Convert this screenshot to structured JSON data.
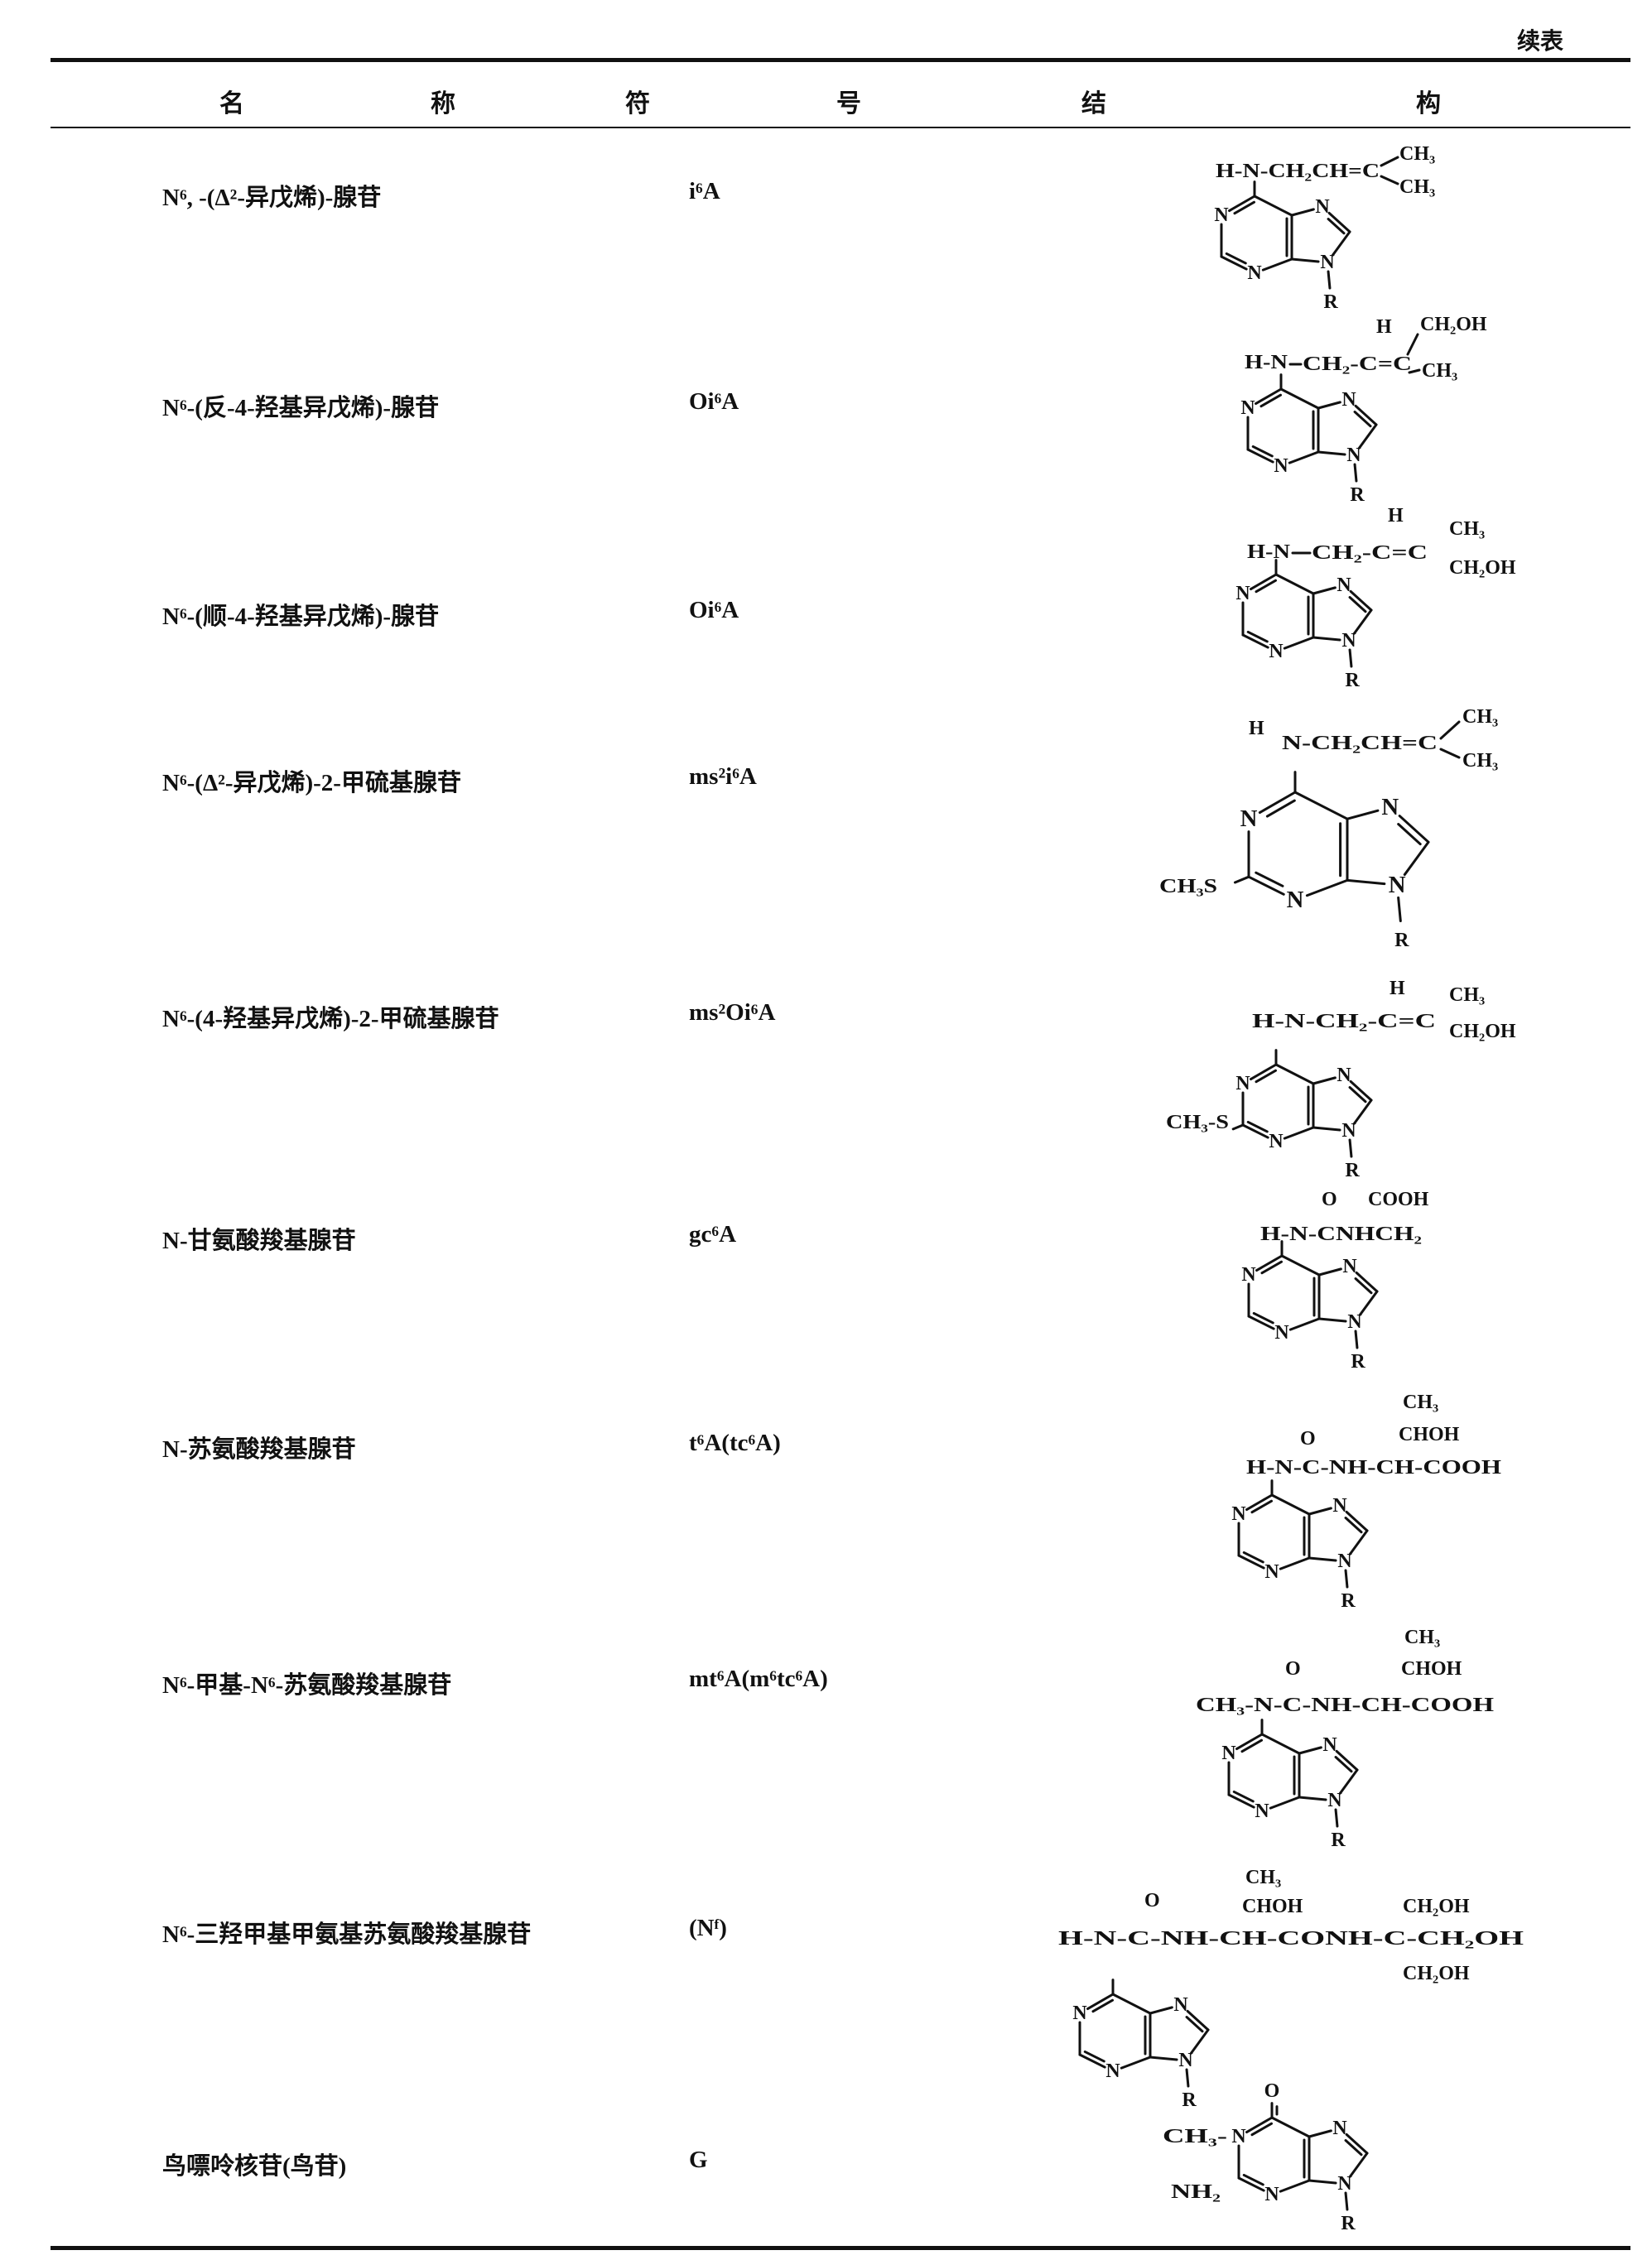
{
  "continued_label": "续表",
  "headers": {
    "name": [
      "名",
      "称"
    ],
    "symbol": [
      "符",
      "号"
    ],
    "structure": [
      "结",
      "构"
    ]
  },
  "rows": [
    {
      "name": "N⁶, -(Δ²-异戊烯)-腺苷",
      "symbol": "i⁶A"
    },
    {
      "name": "N⁶-(反-4-羟基异戊烯)-腺苷",
      "symbol": "Oi⁶A"
    },
    {
      "name": "N⁶-(顺-4-羟基异戊烯)-腺苷",
      "symbol": "Oi⁶A"
    },
    {
      "name": "N⁶-(Δ²-异戊烯)-2-甲硫基腺苷",
      "symbol": "ms²i⁶A"
    },
    {
      "name": "N⁶-(4-羟基异戊烯)-2-甲硫基腺苷",
      "symbol": "ms²Oi⁶A"
    },
    {
      "name": "N-甘氨酸羧基腺苷",
      "symbol": "gc⁶A"
    },
    {
      "name": "N-苏氨酸羧基腺苷",
      "symbol": "t⁶A(tc⁶A)"
    },
    {
      "name": "N⁶-甲基-N⁶-苏氨酸羧基腺苷",
      "symbol": "mt⁶A(m⁶tc⁶A)"
    },
    {
      "name": "N⁶-三羟甲基甲氨基苏氨酸羧基腺苷",
      "symbol": "(Nᶠ)"
    },
    {
      "name": "鸟嘌呤核苷(鸟苷)",
      "symbol": "G"
    }
  ],
  "atoms": {
    "N": "N",
    "R": "R",
    "O": "O"
  },
  "structures": [
    {
      "main": "H-N-CH₂CH=C",
      "ch3a": "CH₃",
      "ch3b": "CH₃"
    },
    {
      "hn": "H-N",
      "chain": "CH₂-C=C",
      "h": "H",
      "ch2oh": "CH₂OH",
      "ch3": "CH₃"
    },
    {
      "hn": "H-N",
      "chain": "CH₂-C=C",
      "h": "H",
      "ch3": "CH₃",
      "ch2oh": "CH₂OH"
    },
    {
      "h": "H",
      "main": "N-CH₂CH=C",
      "ch3a": "CH₃",
      "ch3b": "CH₃",
      "sme": "CH₃S"
    },
    {
      "main": "H-N-CH₂-C=C",
      "h": "H",
      "ch3": "CH₃",
      "ch2oh": "CH₂OH",
      "sme": "CH₃-S"
    },
    {
      "main": "H-N-CNHCH₂",
      "o": "O",
      "cooh": "COOH"
    },
    {
      "main": "H-N-C-NH-CH-COOH",
      "o": "O",
      "chohl": "CHOH",
      "ch3": "CH₃"
    },
    {
      "main": "CH₃-N-C-NH-CH-COOH",
      "o": "O",
      "choh": "CHOH",
      "ch3": "CH₃"
    },
    {
      "main": "H-N-C-NH-CH-CONH-C-CH₂OH",
      "o": "O",
      "choh": "CHOH",
      "ch3": "CH₃",
      "ch2oh_top": "CH₂OH",
      "ch2oh_bottom": "CH₂OH"
    },
    {
      "ch3": "CH₃-",
      "nh2": "NH₂"
    }
  ]
}
